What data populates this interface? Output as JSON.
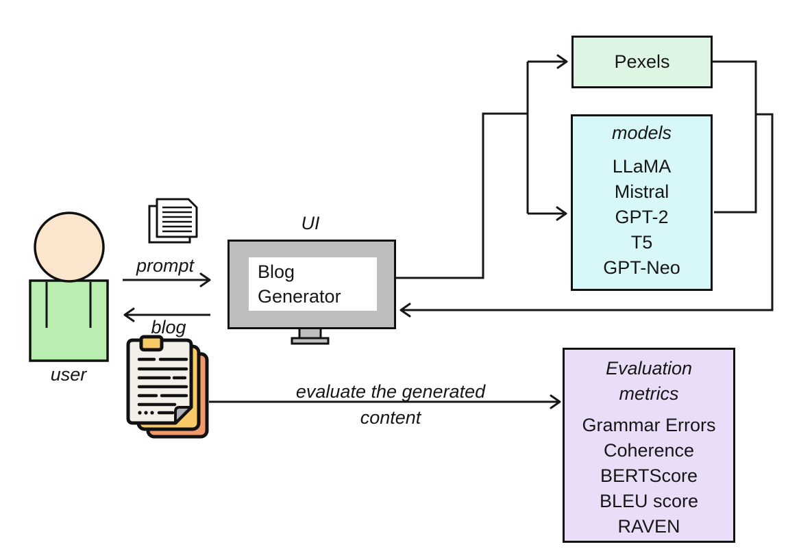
{
  "user": {
    "label": "user"
  },
  "arrows": {
    "prompt_label": "prompt",
    "blog_label": "blog",
    "evaluate_label": "evaluate the generated\ncontent"
  },
  "ui": {
    "label": "UI",
    "screen_text": "Blog\nGenerator"
  },
  "pexels_box": {
    "label": "Pexels"
  },
  "models_box": {
    "title": "models",
    "items": [
      "LLaMA",
      "Mistral",
      "GPT-2",
      "T5",
      "GPT-Neo"
    ]
  },
  "evaluation_box": {
    "title": "Evaluation\nmetrics",
    "items": [
      "Grammar Errors",
      "Coherence",
      "BERTScore",
      "BLEU score",
      "RAVEN"
    ]
  },
  "colors": {
    "pexels_fill": "#def5e4",
    "models_fill": "#d8f7f9",
    "evaluation_fill": "#eaddf7",
    "user_body_fill": "#b9eeb0",
    "user_skin_fill": "#fbe5cd",
    "monitor_gray": "#bebebe",
    "document_yellow": "#f7ca67",
    "document_orange": "#ef9a6c",
    "document_cream": "#f3efe9",
    "fold_gray": "#aeaeb6",
    "line_color": "#161616"
  }
}
